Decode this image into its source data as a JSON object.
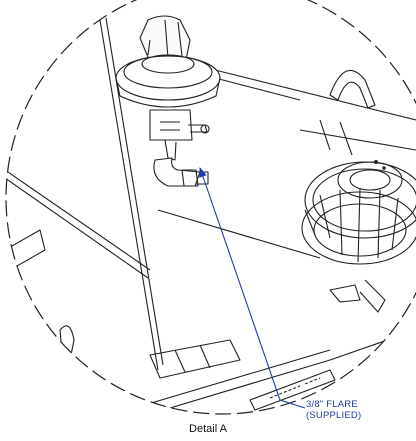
{
  "drawing": {
    "callout_line1": "3/8\" FLARE",
    "callout_line2": "(SUPPLIED)",
    "caption": "Detail A",
    "accent_color": "#1e3aa8"
  }
}
